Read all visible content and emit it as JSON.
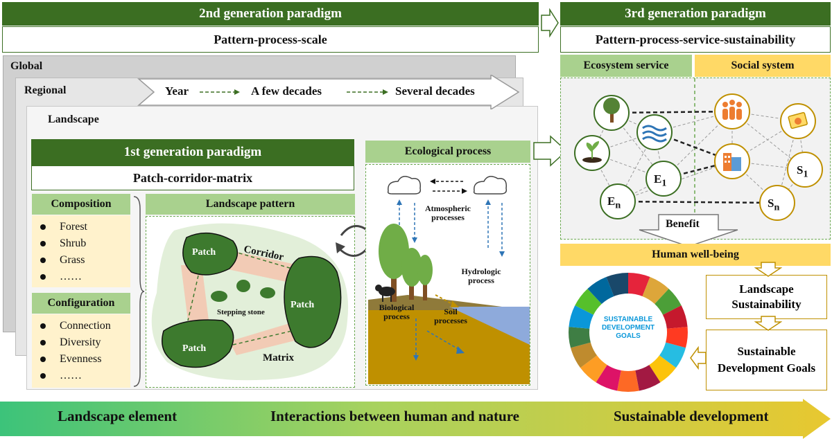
{
  "gen2": {
    "title": "2nd generation paradigm",
    "subtitle": "Pattern-process-scale"
  },
  "gen3": {
    "title": "3rd generation paradigm",
    "subtitle": "Pattern-process-service-sustainability"
  },
  "gen1": {
    "title": "1st generation paradigm",
    "subtitle": "Patch-corridor-matrix"
  },
  "scales": {
    "global": "Global",
    "regional": "Regional",
    "landscape": "Landscape"
  },
  "timeline": {
    "year": "Year",
    "decades": "A few decades",
    "several": "Several decades"
  },
  "composition": {
    "title": "Composition",
    "items": [
      "Forest",
      "Shrub",
      "Grass",
      "……"
    ]
  },
  "configuration": {
    "title": "Configuration",
    "items": [
      "Connection",
      "Diversity",
      "Evenness",
      "……"
    ]
  },
  "pattern": {
    "title": "Landscape pattern",
    "patch": "Patch",
    "corridor": "Corridor",
    "stepping": "Stepping stone",
    "matrix": "Matrix"
  },
  "eco": {
    "title": "Ecological process",
    "atmo": "Atmospheric processes",
    "hydro": "Hydrologic process",
    "bio": "Biological process",
    "soil": "Soil processes"
  },
  "service": {
    "eco": "Ecosystem service",
    "social": "Social system",
    "e1": "E",
    "e1_sub": "1",
    "en": "E",
    "en_sub": "n",
    "s1": "S",
    "s1_sub": "1",
    "sn": "S",
    "sn_sub": "n",
    "benefit": "Benefit",
    "wellbeing": "Human well-being"
  },
  "sustain": {
    "landscape": "Landscape Sustainability",
    "sdg": "Sustainable Development Goals",
    "sdg_logo": "SUSTAINABLE DEVELOPMENT GOALS"
  },
  "bottom": {
    "a": "Landscape element",
    "b": "Interactions between human and nature",
    "c": "Sustainable development"
  },
  "colors": {
    "dark_green": "#3b6e22",
    "light_green": "#a9d18e",
    "yellow": "#ffd966",
    "cream": "#fff2cc",
    "patch": "#3d7a2e"
  }
}
